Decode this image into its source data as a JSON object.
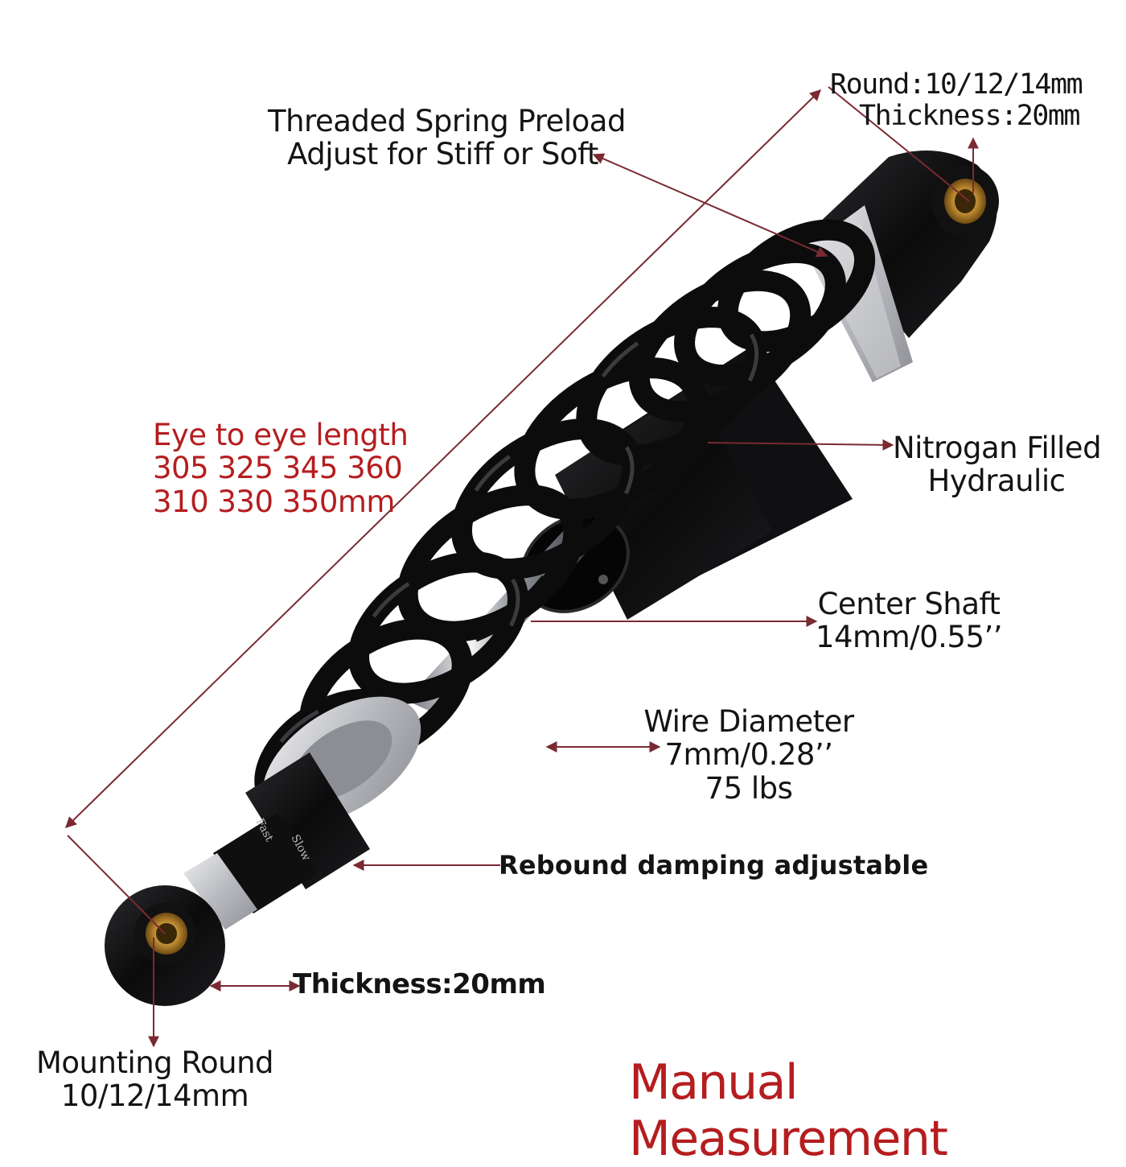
{
  "labels": {
    "top_eye": [
      "Round:10/12/14mm",
      "Thickness:20mm"
    ],
    "preload": [
      "Threaded Spring Preload",
      "Adjust for Stiff or Soft"
    ],
    "length": [
      "Eye to eye length",
      "305 325 345 360",
      "310 330 350mm"
    ],
    "nitrogen": [
      "Nitrogan Filled",
      "Hydraulic"
    ],
    "shaft": [
      "Center Shaft",
      "14mm/0.55’’"
    ],
    "wire": [
      "Wire Diameter",
      "7mm/0.28’’",
      "75 lbs"
    ],
    "rebound": "Rebound damping adjustable",
    "bottom_thickness": "Thickness:20mm",
    "mounting": [
      "Mounting Round",
      "10/12/14mm"
    ],
    "title": "Manual Measurement",
    "adjuster_fast": "Fast",
    "adjuster_slow": "Slow"
  },
  "colors": {
    "annotation_red": "#b51d1f",
    "arrow": "#7a2a32",
    "body": "#0d0d0d",
    "aluminium": "#c9c9cc",
    "bushing": "#b8862e"
  }
}
